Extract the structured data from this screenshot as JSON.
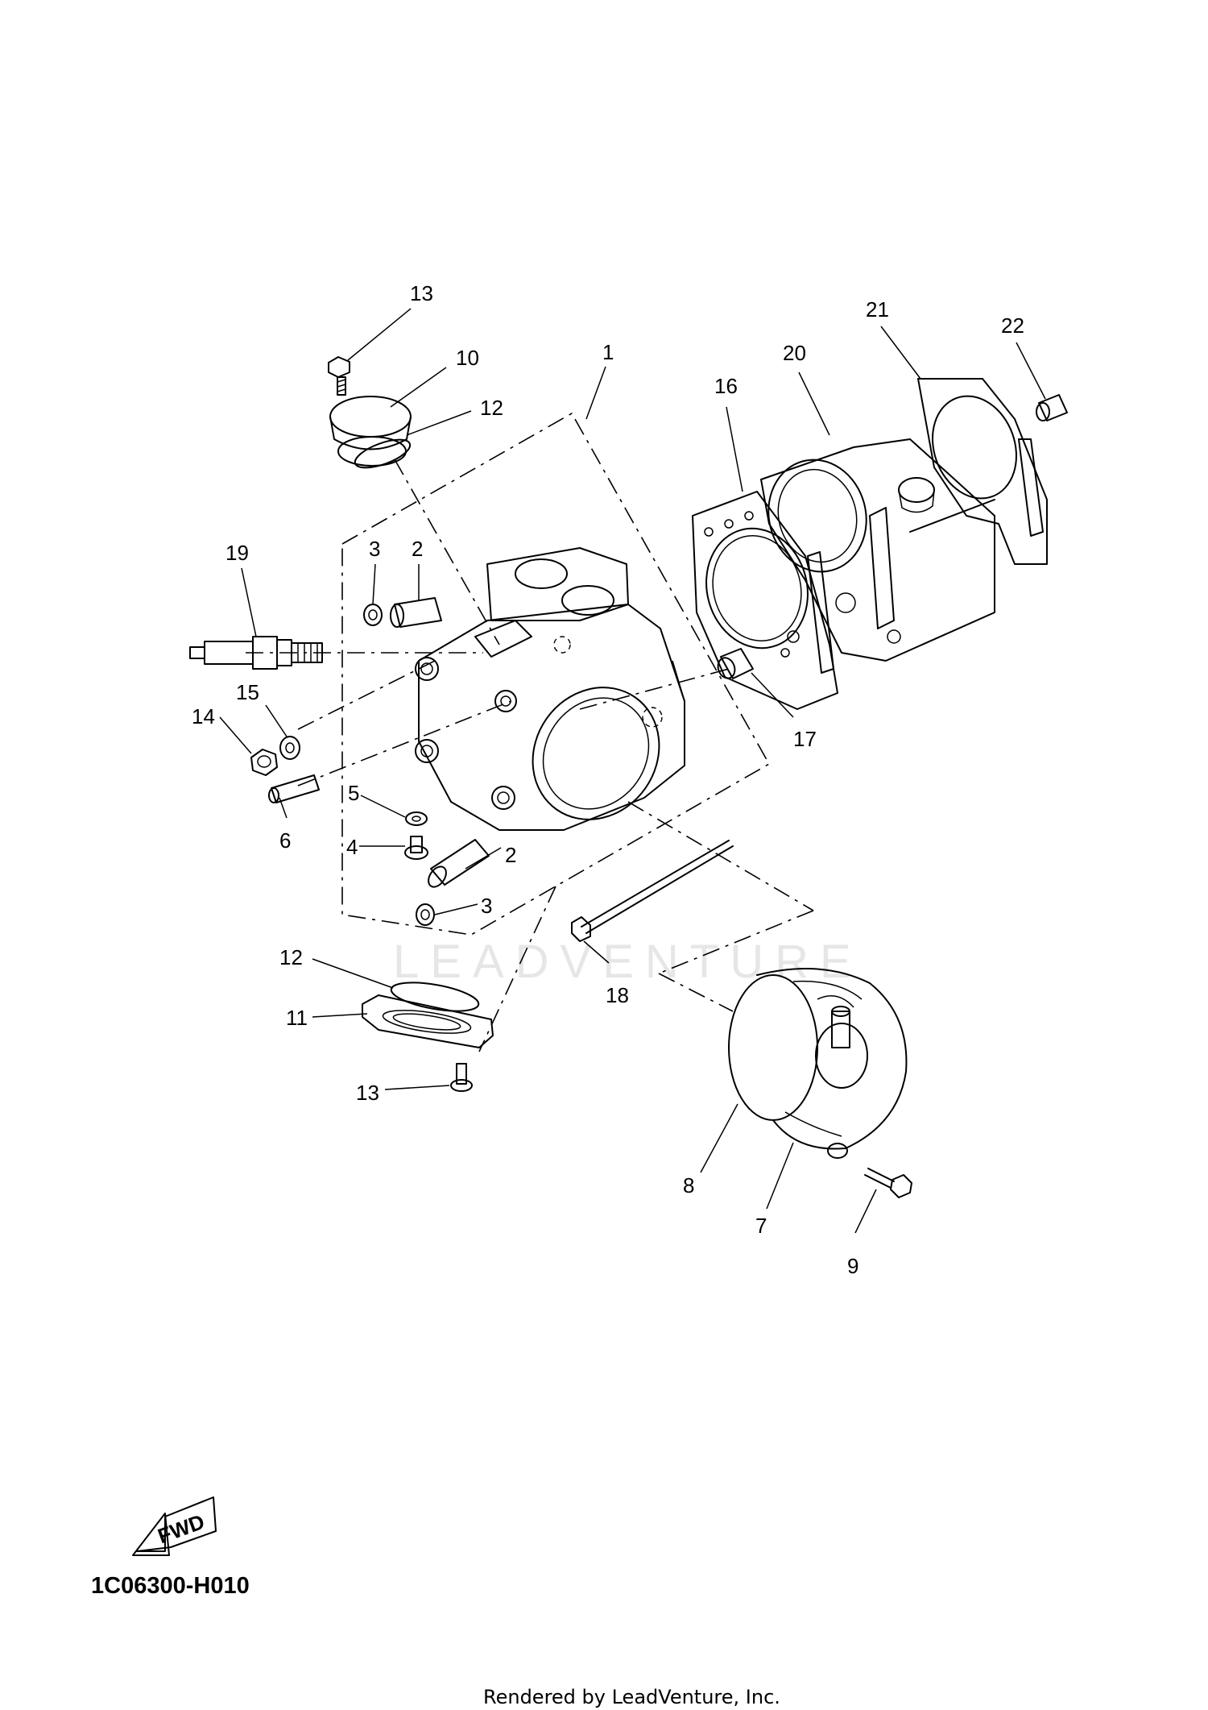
{
  "diagram": {
    "code": "1C06300-H010",
    "fwd_label": "FWD",
    "watermark": "LEADVENTURE",
    "credit": "Rendered by LeadVenture, Inc."
  },
  "callouts": [
    {
      "id": "c13a",
      "text": "13"
    },
    {
      "id": "c10",
      "text": "10"
    },
    {
      "id": "c12a",
      "text": "12"
    },
    {
      "id": "c1",
      "text": "1"
    },
    {
      "id": "c16",
      "text": "16"
    },
    {
      "id": "c20",
      "text": "20"
    },
    {
      "id": "c21",
      "text": "21"
    },
    {
      "id": "c22",
      "text": "22"
    },
    {
      "id": "c19",
      "text": "19"
    },
    {
      "id": "c3a",
      "text": "3"
    },
    {
      "id": "c2a",
      "text": "2"
    },
    {
      "id": "c15",
      "text": "15"
    },
    {
      "id": "c14",
      "text": "14"
    },
    {
      "id": "c17",
      "text": "17"
    },
    {
      "id": "c5",
      "text": "5"
    },
    {
      "id": "c4",
      "text": "4"
    },
    {
      "id": "c6",
      "text": "6"
    },
    {
      "id": "c2b",
      "text": "2"
    },
    {
      "id": "c3b",
      "text": "3"
    },
    {
      "id": "c12b",
      "text": "12"
    },
    {
      "id": "c11",
      "text": "11"
    },
    {
      "id": "c18",
      "text": "18"
    },
    {
      "id": "c13b",
      "text": "13"
    },
    {
      "id": "c8",
      "text": "8"
    },
    {
      "id": "c7",
      "text": "7"
    },
    {
      "id": "c9",
      "text": "9"
    }
  ]
}
